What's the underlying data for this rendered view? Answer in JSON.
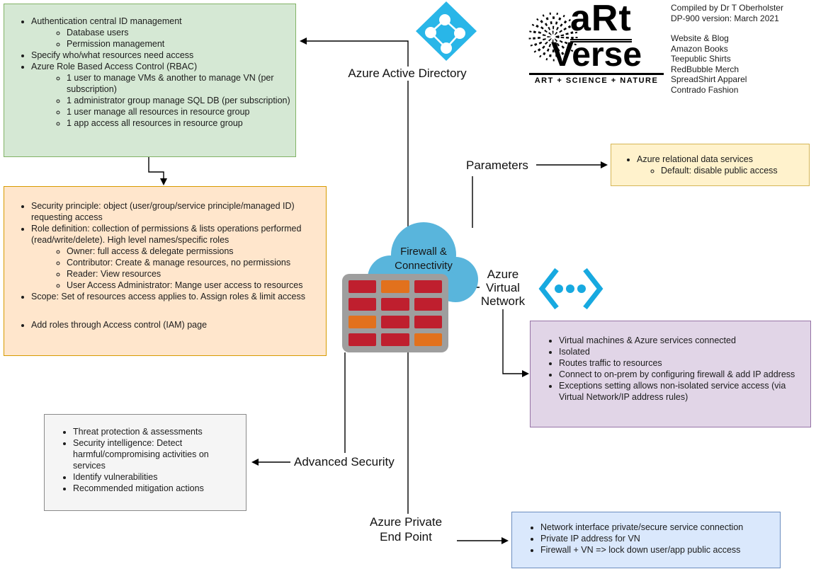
{
  "credits": {
    "compiled": "Compiled by Dr T Oberholster",
    "version": "DP-900 version: March 2021",
    "links": [
      "Website & Blog",
      "Amazon Books",
      "Teepublic Shirts",
      "RedBubble Merch",
      "SpreadShirt Apparel",
      "Contrado Fashion"
    ]
  },
  "logo": {
    "word1": "aRt",
    "word2": "Verse",
    "tagline": "ART + SCIENCE + NATURE"
  },
  "labels": {
    "azure_active_directory": "Azure Active Directory",
    "parameters": "Parameters",
    "firewall_line1": "Firewall &",
    "firewall_line2": "Connectivity",
    "vnet_line1": "Azure",
    "vnet_line2": "Virtual",
    "vnet_line3": "Network",
    "advanced_security": "Advanced Security",
    "private_endpoint_line1": "Azure Private",
    "private_endpoint_line2": "End Point"
  },
  "boxes": {
    "identity": {
      "items": [
        "Authentication central ID management",
        "Database users",
        "Permission management",
        "Specify who/what resources need access",
        "Azure Role Based Access Control (RBAC)",
        "1 user to manage VMs & another to manage VN (per subscription)",
        "1 administrator group manage SQL DB (per subscription)",
        "1 user manage all resources in resource group",
        "1 app access all resources in resource group"
      ]
    },
    "rbac": {
      "items": [
        "Security principle: object (user/group/service principle/managed ID) requesting access",
        "Role definition: collection of permissions & lists operations performed (read/write/delete). High level names/specific roles",
        "Owner: full access & delegate permissions",
        "Contributor: Create & manage resources, no permissions",
        "Reader: View resources",
        "User Access Administrator: Mange user access to resources",
        "Scope: Set of resources access applies to. Assign roles & limit access",
        "Add roles through Access control (IAM) page"
      ]
    },
    "parameters": {
      "items": [
        "Azure relational data services",
        "Default: disable public access"
      ]
    },
    "vnet": {
      "items": [
        "Virtual machines & Azure services connected",
        "Isolated",
        "Routes traffic to resources",
        "Connect to on-prem by configuring firewall & add IP address",
        "Exceptions setting allows non-isolated service access (via Virtual Network/IP address rules)"
      ]
    },
    "advanced_security": {
      "items": [
        "Threat protection & assessments",
        "Security intelligence: Detect harmful/compromising activities on services",
        "Identify vulnerabilities",
        "Recommended mitigation actions"
      ]
    },
    "private_endpoint": {
      "items": [
        "Network interface private/secure service connection",
        "Private IP address for VN",
        "Firewall + VN => lock down user/app public access"
      ]
    }
  },
  "colors": {
    "identity_box_fill": "#d5e8d4",
    "identity_box_border": "#82b366",
    "rbac_box_fill": "#ffe6cc",
    "rbac_box_border": "#d79b00",
    "parameters_box_fill": "#fff2cc",
    "parameters_box_border": "#d6b656",
    "vnet_box_fill": "#e1d5e7",
    "vnet_box_border": "#9673a6",
    "advanced_security_box_fill": "#f5f5f5",
    "advanced_security_box_border": "#8a8a8a",
    "private_endpoint_box_fill": "#dae8fc",
    "private_endpoint_box_border": "#6c8ebf",
    "aad_icon": "#29b6e8",
    "vnet_icon": "#17a9e0",
    "cloud": "#59b5dc",
    "wall_frame": "#9e9e9e",
    "brick_red": "#bf1f2e",
    "brick_orange": "#e2711d",
    "connector": "#000000"
  }
}
